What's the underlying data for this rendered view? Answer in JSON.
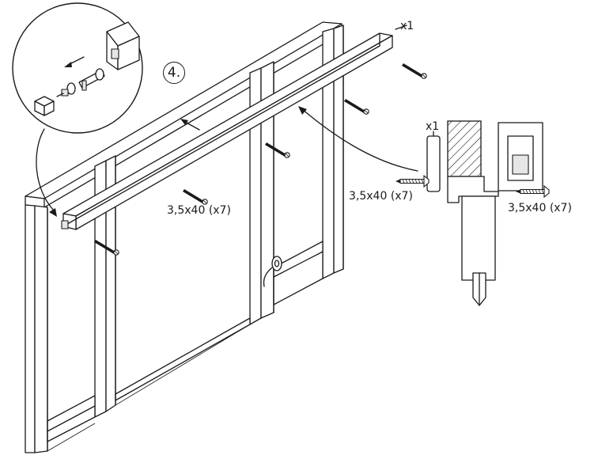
{
  "step": {
    "number": "4."
  },
  "labels": {
    "screw_count_rail": "x1",
    "screw_count_detail": "x1",
    "screw_spec_main": "3,5x40 (x7)",
    "screw_spec_detail_left": "3,5x40 (x7)",
    "screw_spec_detail_right": "3,5x40 (x7)"
  },
  "icons": [
    "screw-icon",
    "arrow-icon",
    "roller-hardware-icon",
    "wall-hatch-icon"
  ],
  "colors": {
    "ink": "#1a1a1a",
    "paper": "#ffffff",
    "shade": "#e6e6e6"
  }
}
